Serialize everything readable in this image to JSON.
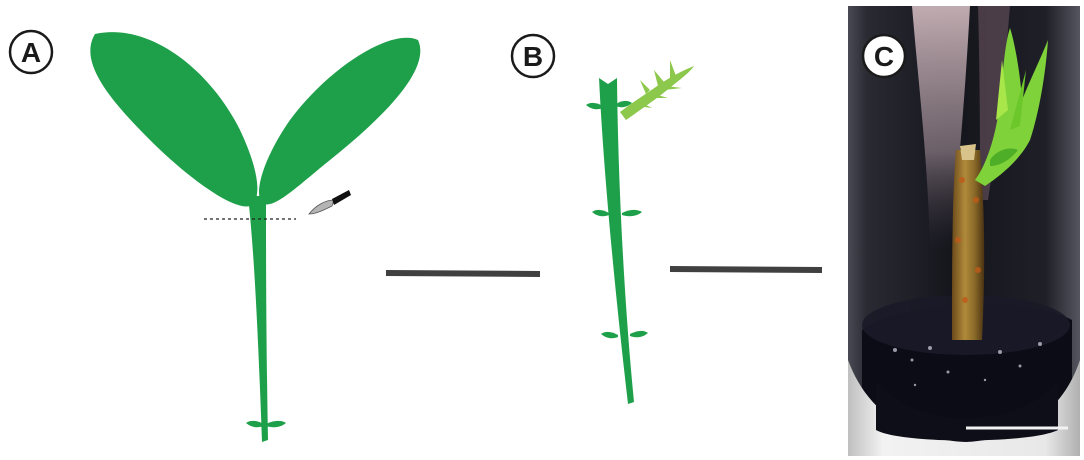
{
  "panels": [
    {
      "id": "A",
      "label": "A"
    },
    {
      "id": "B",
      "label": "B"
    },
    {
      "id": "C",
      "label": "C"
    }
  ],
  "colors": {
    "plant_green": "#1ea04a",
    "shoot_light_green": "#8cc84b",
    "scale_bar": "#404040",
    "label_circle_fill": "#ffffff",
    "label_circle_stroke": "#1a1a1a"
  },
  "icons": {
    "cutting_tool": "scalpel-icon"
  }
}
